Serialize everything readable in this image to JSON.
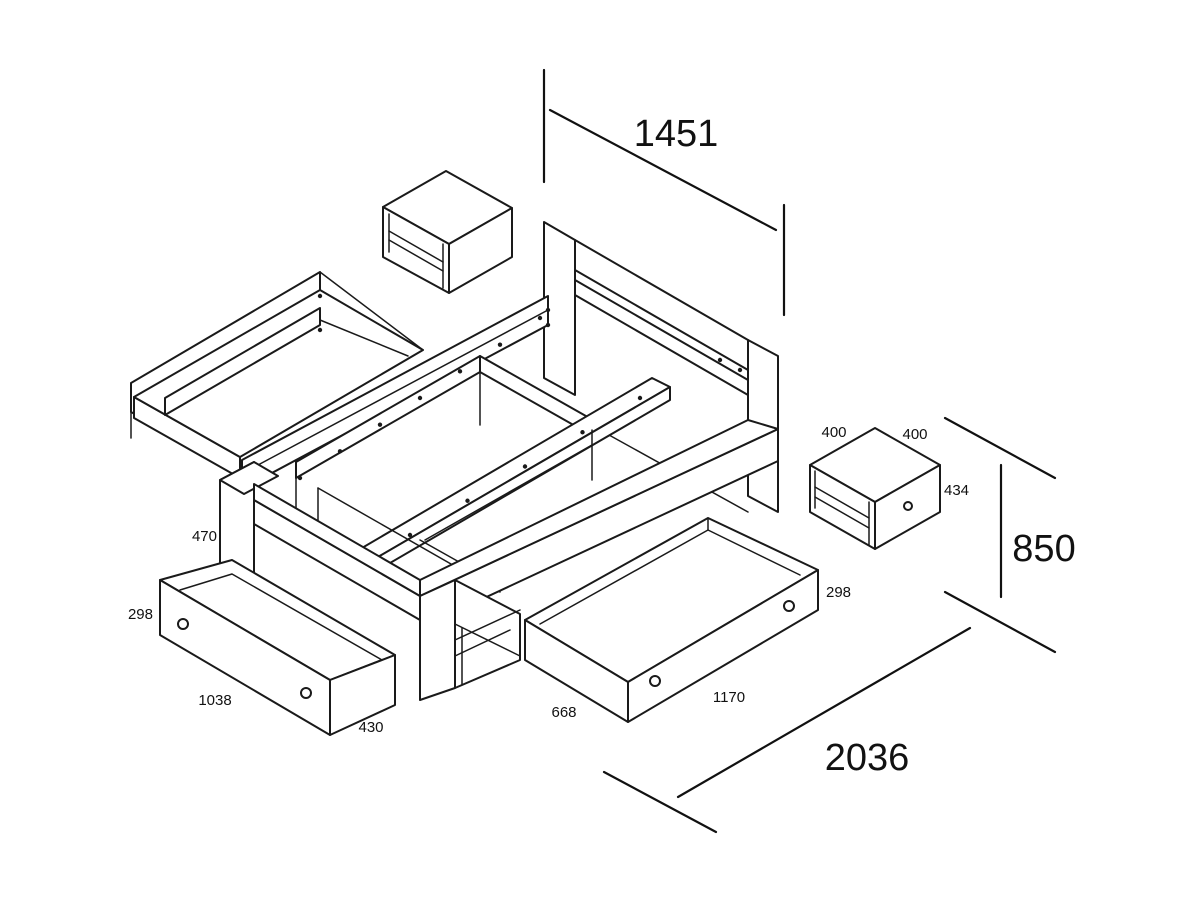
{
  "dimensions": {
    "width": "1451",
    "length": "2036",
    "height": "850",
    "bed_side_height": "470",
    "nightstand_width": "400",
    "nightstand_depth": "400",
    "nightstand_height": "434",
    "left_drawer_height": "298",
    "left_drawer_length": "1038",
    "left_drawer_depth": "430",
    "right_drawer_height": "298",
    "right_drawer_depth": "668",
    "right_drawer_length": "1170"
  }
}
